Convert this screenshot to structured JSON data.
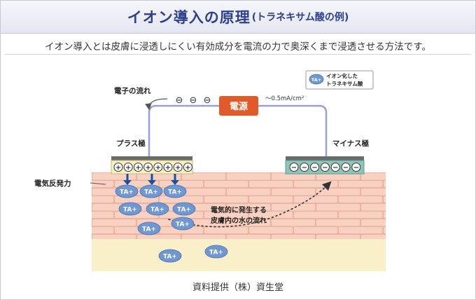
{
  "title": {
    "main": "イオン導入の原理",
    "sub": "(トラネキサム酸の例)"
  },
  "subtitle": "イオン導入とは皮膚に浸透しにくい有効成分を電流の力で奥深くまで浸透させる方法です。",
  "diagram": {
    "electron_flow_label": "電子の流れ",
    "electron_symbols": [
      "⊖",
      "⊖",
      "⊖"
    ],
    "power_source_label": "電源",
    "current_label": "～0.5mA/cm²",
    "plus_electrode_label": "プラス極",
    "minus_electrode_label": "マイナス極",
    "plus_charges": [
      "+",
      "+",
      "+",
      "+",
      "+",
      "+",
      "+",
      "+"
    ],
    "minus_charges": [
      "−",
      "−",
      "−",
      "−",
      "−",
      "−",
      "−"
    ],
    "repulsion_label": "電気反発力",
    "water_flow_label": "電気的に発生する皮膚内の水の流れ",
    "water_flow_lines": [
      "電気的に発生する",
      "皮膚内の水の流れ"
    ],
    "ion_label": "TA+",
    "legend": {
      "badge": "TA+",
      "text": "イオン化したトラネキサム酸",
      "lines": [
        "イオン化した",
        "トラネキサム酸"
      ]
    },
    "colors": {
      "title_text": "#2f3f8f",
      "power_source": "#e15a28",
      "plus_electrode": "#f7f0c4",
      "minus_electrode": "#8ec5b8",
      "skin_brick": "#f7d2c2",
      "skin_mortar": "#eeb29e",
      "dermis": "#f9efc8",
      "ion": "#6f97d2",
      "wire": "#9aa0d6",
      "arrow": "#1a4f9e"
    }
  },
  "caption": "資料提供（株）資生堂"
}
